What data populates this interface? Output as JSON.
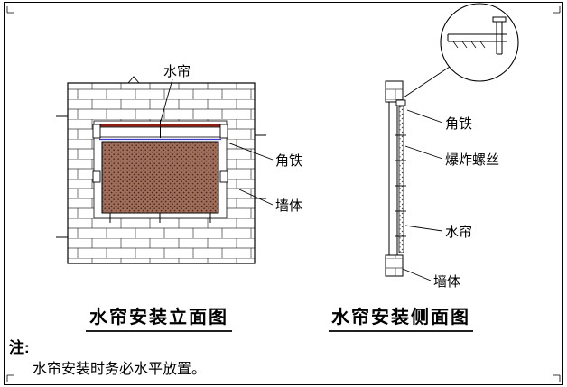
{
  "elevation": {
    "title": "水帘安装立面图",
    "labels": {
      "curtain": "水帘",
      "angle_iron": "角铁",
      "wall": "墙体"
    }
  },
  "side": {
    "title": "水帘安装侧面图",
    "labels": {
      "angle_iron": "角铁",
      "explosion_bolt": "爆炸螺丝",
      "curtain": "水帘",
      "wall": "墙体"
    }
  },
  "note": {
    "prefix": "注:",
    "text": "水帘安装时务必水平放置。"
  },
  "colors": {
    "line": "#000000",
    "frame_red": "#8b1f14",
    "guide_blue": "#3a3ac8",
    "curtain_fill": "#9c6e5c",
    "curtain_dot": "#571f12",
    "side_dot": "#444444"
  }
}
